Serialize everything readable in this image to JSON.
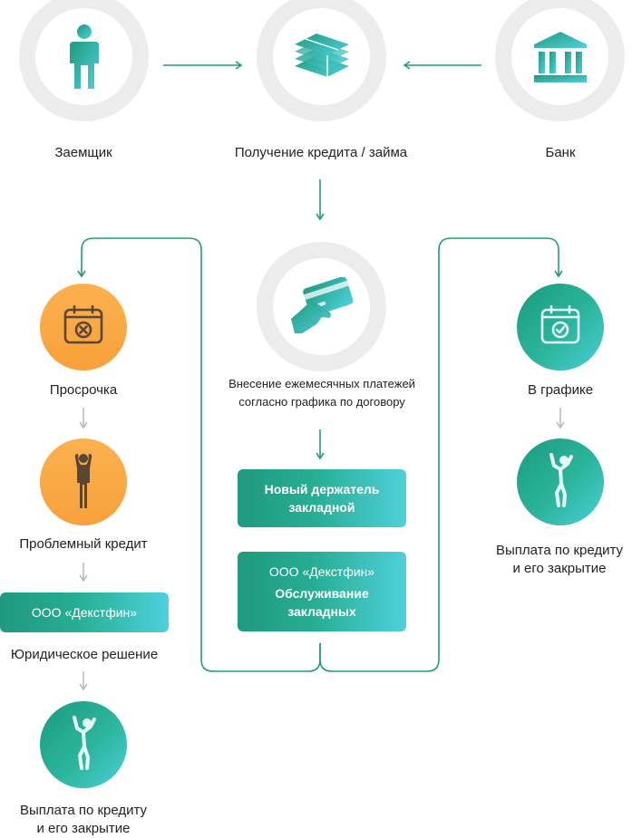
{
  "nodes": {
    "borrower": {
      "label": "Заемщик",
      "icon": "person-icon"
    },
    "loan": {
      "label": "Получение кредита / займа",
      "icon": "money-stack-icon"
    },
    "bank": {
      "label": "Банк",
      "icon": "bank-icon"
    },
    "payments": {
      "label_line1": "Внесение ежемесячных платежей",
      "label_line2": "согласно графика по договору",
      "icon": "card-payment-icon"
    },
    "overdue": {
      "label": "Просрочка",
      "icon": "calendar-x-icon"
    },
    "problem_loan": {
      "label": "Проблемный кредит",
      "icon": "stressed-person-icon"
    },
    "legal_decision": {
      "label": "Юридическое решение"
    },
    "left_payoff": {
      "label_line1": "Выплата по кредиту",
      "label_line2": "и его закрытие",
      "icon": "cheering-person-icon"
    },
    "on_schedule": {
      "label": "В графике",
      "icon": "calendar-check-icon"
    },
    "right_payoff": {
      "label_line1": "Выплата по кредиту",
      "label_line2": "и его закрытие",
      "icon": "cheering-person-icon"
    }
  },
  "boxes": {
    "dekstfin_left": {
      "text": "ООО «Декстфин»"
    },
    "new_holder": {
      "line1": "Новый держатель",
      "line2": "закладной"
    },
    "servicing": {
      "company": "ООО «Декстфин»",
      "line1": "Обслуживание",
      "line2": "закладных"
    }
  },
  "colors": {
    "teal": "#1f9a7e",
    "teal_light": "#4fd0da",
    "orange": "#f7a13b",
    "ring_gray": "#ececec",
    "arrow_gray": "#bdbdbd"
  }
}
